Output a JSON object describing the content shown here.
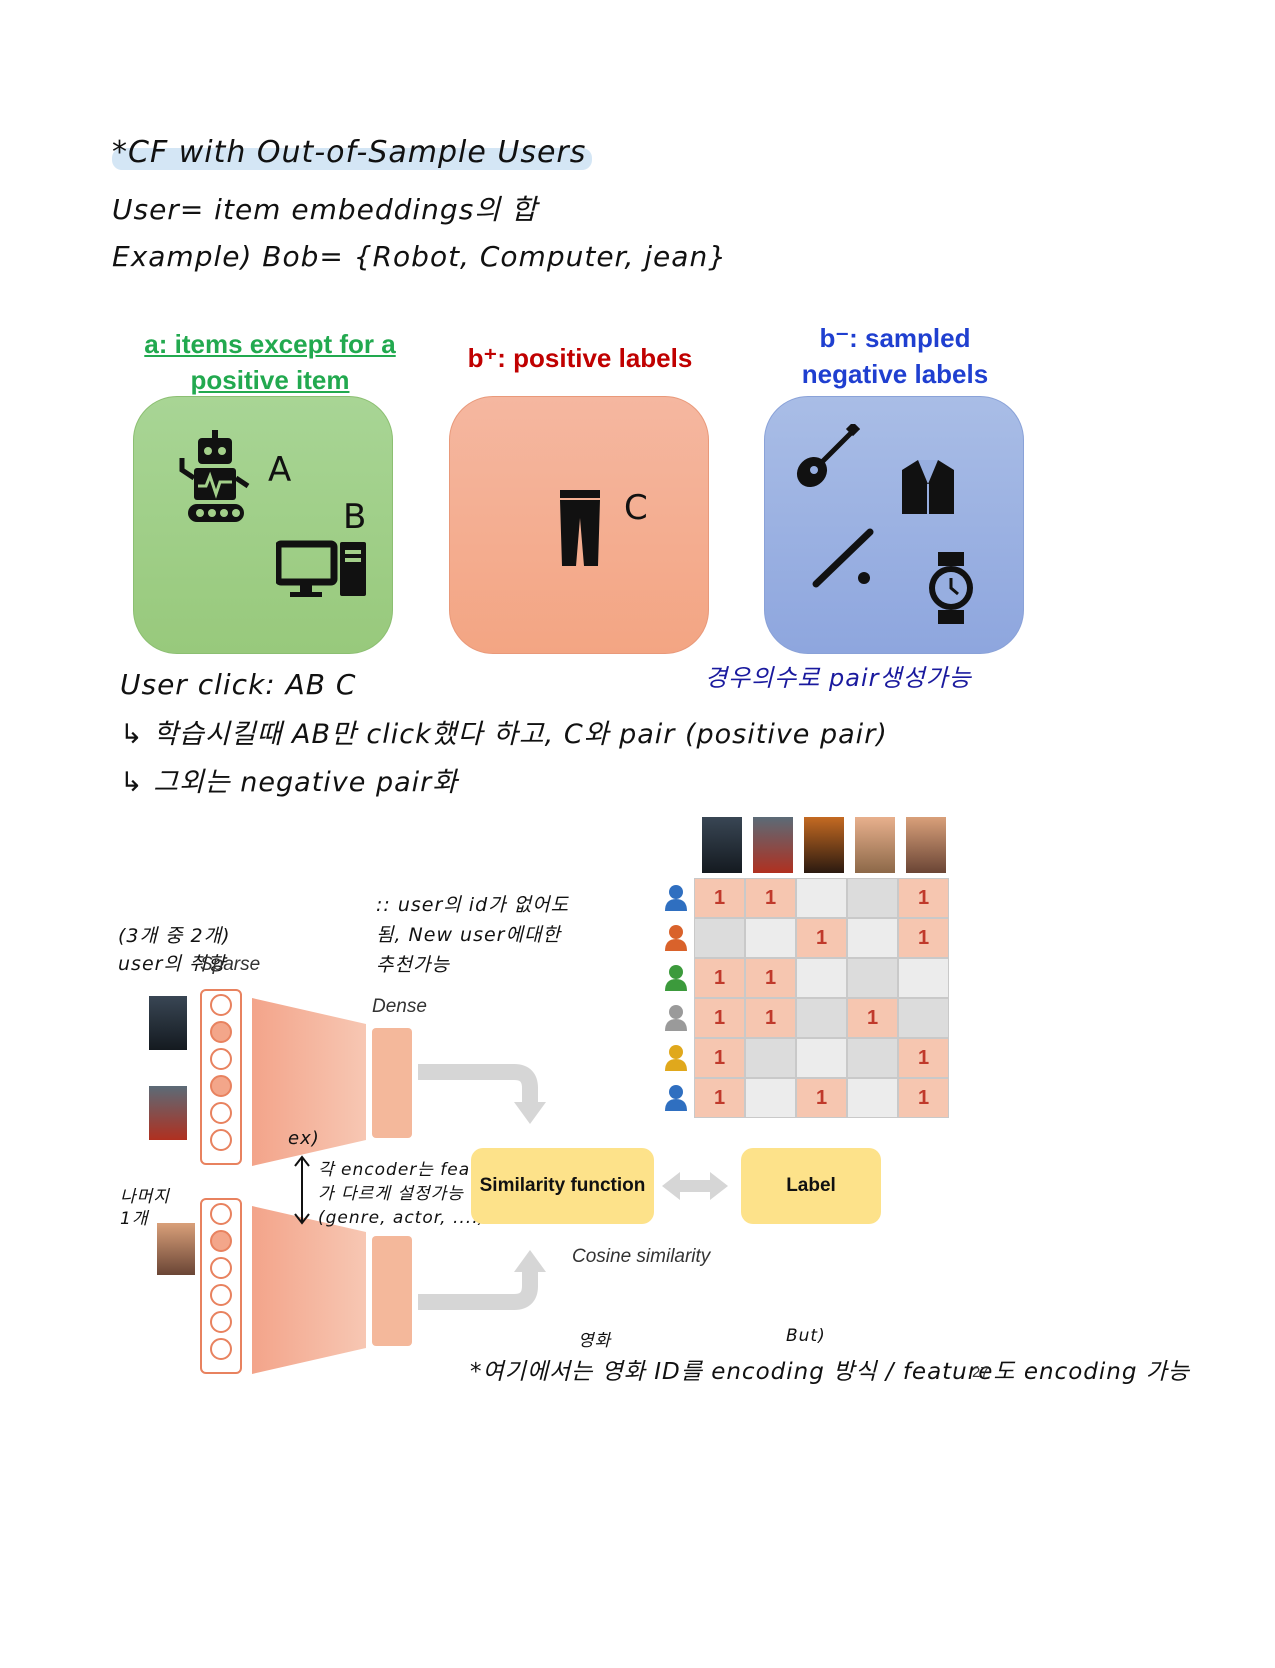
{
  "notes": {
    "title": "*CF with Out-of-Sample Users",
    "line1": "User= item embeddings의 합",
    "line2": "Example) Bob= {Robot, Computer, jean}"
  },
  "panels": [
    {
      "title": "a: items except for a positive item",
      "color": "#a3cf8a",
      "title_color": "#22a94f"
    },
    {
      "title": "b⁺: positive labels",
      "color": "#f5ad8e",
      "title_color": "#c00000"
    },
    {
      "title": "b⁻: sampled negative labels",
      "color": "#97aee0",
      "title_color": "#1f3fd0"
    }
  ],
  "panel_labels": {
    "a": "A",
    "b": "B",
    "c": "C"
  },
  "notes2": {
    "line1": "User click: AB C",
    "line2": "↳ 학습시킬때 AB만 click했다 하고, C와 pair (positive pair)",
    "line3": "↳ 그외는 negative pair화",
    "side": "경우의수로 pair생성가능"
  },
  "diagram": {
    "sparse": "Sparse",
    "dense": "Dense",
    "similarity": "Similarity function",
    "label": "Label",
    "cosine": "Cosine similarity",
    "annot_top": ":: user의 id가 없어도됨, New user에대한 추천가능",
    "annot_user": "(3개 중 2개) user의 취향",
    "annot_ex": "ex)",
    "annot_encoder": "각 encoder는 feature가 다르게 설정가능 (genre, actor, ....)",
    "annot_rest": "나머지 1개",
    "bottom_note": "*여기에서는 영화 ID를 encoding 방식 / feature도 encoding 가능",
    "bottom_small1": "영화",
    "bottom_small2": "But)",
    "page_number": "27"
  },
  "matrix": {
    "user_colors": [
      "#2f6fc0",
      "#d9622b",
      "#3c9a3c",
      "#9a9a9a",
      "#e0a81c",
      "#2f6fc0"
    ],
    "rows": [
      [
        "1",
        "1",
        "",
        "",
        "1"
      ],
      [
        "",
        "",
        "1",
        "",
        "1"
      ],
      [
        "1",
        "1",
        "",
        "",
        ""
      ],
      [
        "1",
        "1",
        "",
        "1",
        ""
      ],
      [
        "1",
        "",
        "",
        "",
        "1"
      ],
      [
        "1",
        "",
        "1",
        "",
        "1"
      ]
    ]
  },
  "icons": [
    "robot-icon",
    "computer-icon",
    "jeans-icon",
    "guitar-icon",
    "blazer-icon",
    "baseball-bat-icon",
    "watch-icon"
  ]
}
